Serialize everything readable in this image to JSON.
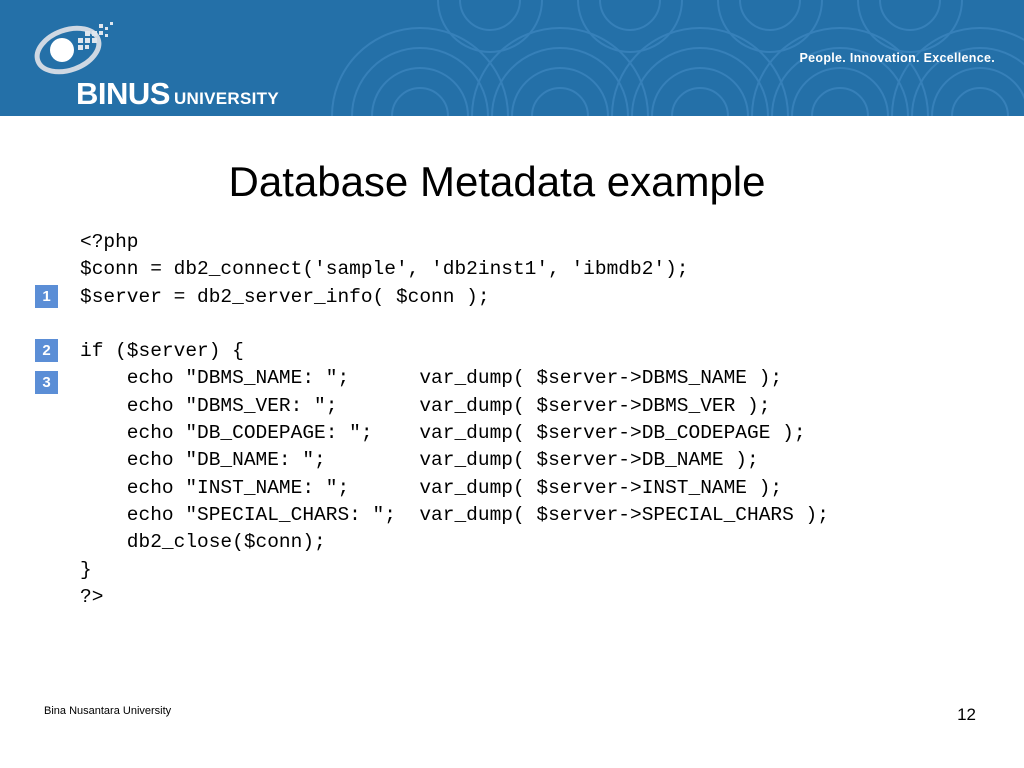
{
  "header": {
    "logo_brand": "BINUS",
    "logo_sub": "UNIVERSITY",
    "tagline": "People. Innovation. Excellence.",
    "color": "#2470a8"
  },
  "slide": {
    "title": "Database Metadata example",
    "markers": [
      "1",
      "2",
      "3"
    ],
    "code_lines": [
      "<?php",
      "$conn = db2_connect('sample', 'db2inst1', 'ibmdb2');",
      "$server = db2_server_info( $conn );",
      "",
      "if ($server) {",
      "    echo \"DBMS_NAME: \";      var_dump( $server->DBMS_NAME );",
      "    echo \"DBMS_VER: \";       var_dump( $server->DBMS_VER );",
      "    echo \"DB_CODEPAGE: \";    var_dump( $server->DB_CODEPAGE );",
      "    echo \"DB_NAME: \";        var_dump( $server->DB_NAME );",
      "    echo \"INST_NAME: \";      var_dump( $server->INST_NAME );",
      "    echo \"SPECIAL_CHARS: \";  var_dump( $server->SPECIAL_CHARS );",
      "    db2_close($conn);",
      "}",
      "?>"
    ]
  },
  "footer": {
    "institution": "Bina Nusantara University",
    "page_number": "12"
  }
}
